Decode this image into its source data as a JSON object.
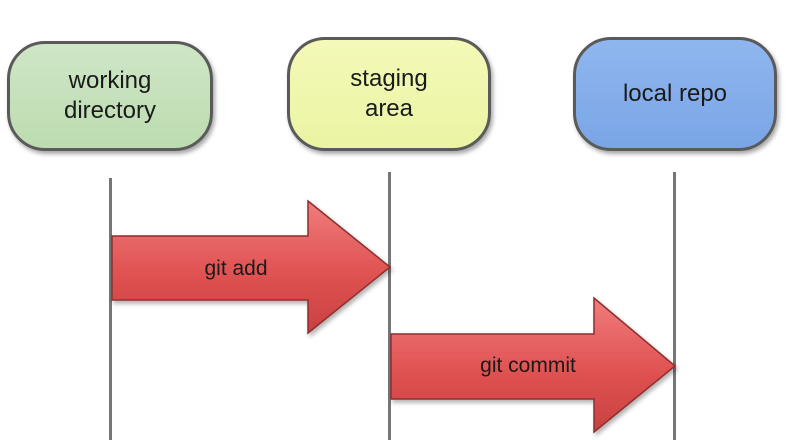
{
  "nodes": {
    "working": {
      "label": "working\ndirectory",
      "color": "#c4e0b8"
    },
    "staging": {
      "label": "staging\narea",
      "color": "#eef6ab"
    },
    "repo": {
      "label": "local repo",
      "color": "#82abe9"
    }
  },
  "arrows": {
    "git_add": {
      "label": "git add",
      "color": "#e05252"
    },
    "git_commit": {
      "label": "git commit",
      "color": "#e05252"
    }
  }
}
